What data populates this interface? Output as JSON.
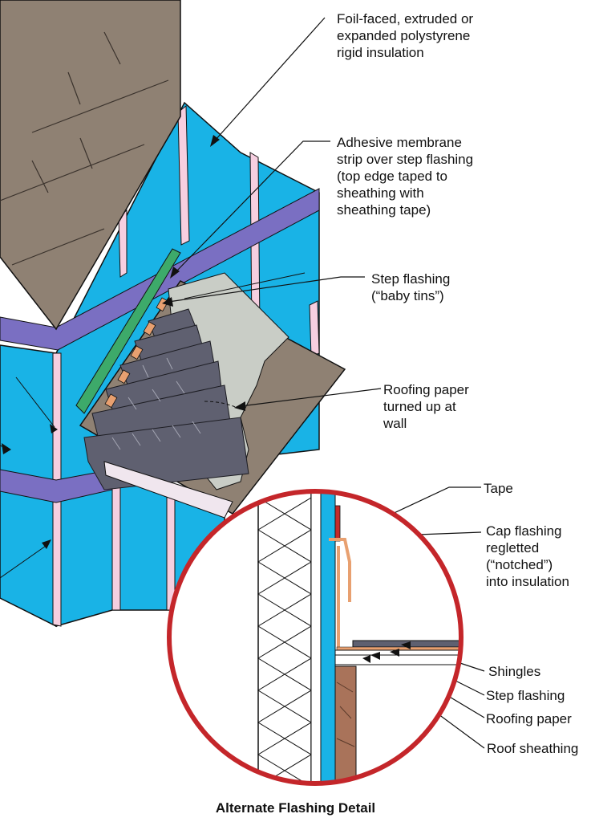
{
  "labels": {
    "insulation": [
      "Foil-faced, extruded or",
      "expanded polystyrene",
      "rigid insulation"
    ],
    "membrane": [
      "Adhesive membrane",
      "strip over step flashing",
      "(top edge taped to",
      "sheathing with",
      "sheathing tape)"
    ],
    "step_flashing": [
      "Step flashing",
      "(“baby tins”)"
    ],
    "roofing_paper": [
      "Roofing paper",
      "turned up at",
      "wall"
    ],
    "tape": "Tape",
    "cap_flashing": [
      "Cap flashing",
      "regletted",
      "(“notched”)",
      "into insulation"
    ],
    "shingles": "Shingles",
    "detail_step_flashing": "Step flashing",
    "detail_roofing_paper": "Roofing paper",
    "roof_sheathing": "Roof sheathing"
  },
  "caption": "Alternate Flashing Detail",
  "colors": {
    "insulation_blue": "#19b3e6",
    "studs_pink": "#f6cfe0",
    "band_purple": "#7a6fc2",
    "roof_brown": "#8f8173",
    "shingle_gray": "#5f6070",
    "paper_gray": "#c9cdc6",
    "membrane_green": "#3daa6a",
    "flashing_orange": "#e8a070",
    "detail_ring_red": "#c4262a",
    "tape_red": "#c42a2a"
  }
}
